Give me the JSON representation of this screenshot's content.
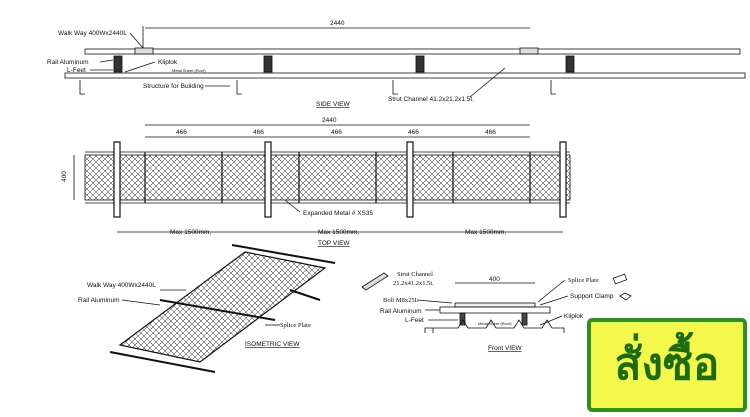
{
  "side_view": {
    "dimension": "2440",
    "walkway": "Walk Way 400Wx2440L",
    "rail": "Rail Aluminum",
    "lfeet": "L-Feet",
    "kliplok": "Kliplok",
    "roof": "Metal Sheet (Roof)",
    "structure": "Structure for Building",
    "strut": "Strut Channel 41.2x21.2x1.5t.",
    "title": "SIDE VIEW"
  },
  "top_view": {
    "dimension": "2440",
    "segments": [
      "466",
      "466",
      "466",
      "466",
      "466"
    ],
    "width": "400",
    "mesh": "Expanded Metal # XS35",
    "spans": [
      "Max 1500mm,",
      "Max 1500mm,",
      "Max 1500mm,"
    ],
    "title": "TOP VIEW"
  },
  "isometric_view": {
    "walkway": "Walk Way 400Wx2440L",
    "rail": "Rail Aluminum",
    "splice": "Splice Plate",
    "title": "ISOMETRIC VIEW"
  },
  "front_view": {
    "strut_line1": "Strut Channel",
    "strut_line2": "21.2x41.2x1.5t.",
    "dimension": "400",
    "bolt": "Bolt M8x25L",
    "rail": "Rail Aluminum",
    "lfeet": "L-Feet",
    "roof": "Metal Sheet (Roof)",
    "splice": "Splice Plate",
    "clamp": "Support Clamp",
    "kliplok": "Kliplok",
    "title": "Front VIEW"
  },
  "order_button": {
    "label": "สั่งซื้อ"
  },
  "colors": {
    "button_fill": "#f3f84a",
    "button_border": "#2f8f1f",
    "button_text": "#1c6a12"
  }
}
